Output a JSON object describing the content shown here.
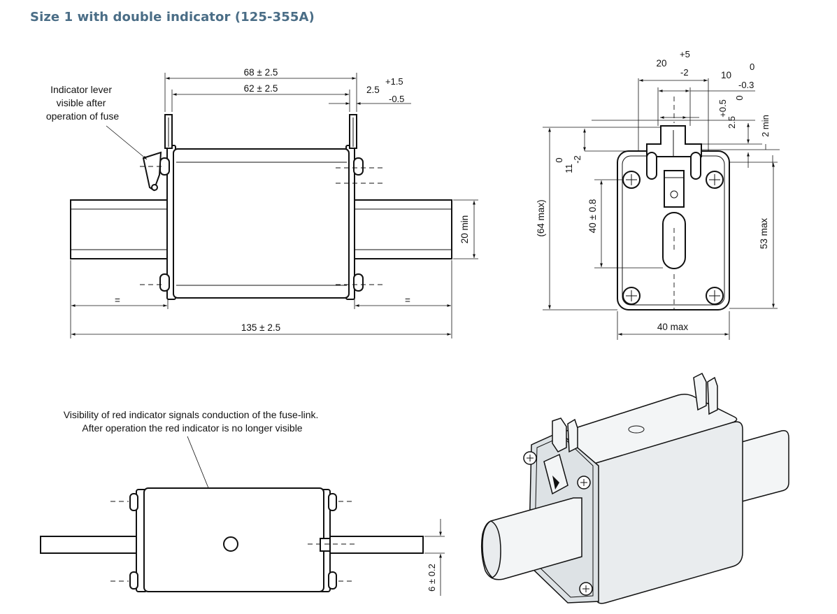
{
  "title": "Size 1 with double indicator (125-355A)",
  "side_view": {
    "note_lines": [
      "Indicator lever",
      "visible after",
      "operation of fuse"
    ],
    "dim_68": "68 ± 2.5",
    "dim_62": "62 ± 2.5",
    "dim_25": "2.5",
    "dim_25_tol_plus": "+1.5",
    "dim_25_tol_minus": "-0.5",
    "dim_20min": "20 min",
    "dim_eq_left": "=",
    "dim_eq_right": "=",
    "dim_135": "135 ± 2.5"
  },
  "end_view": {
    "dim_20": "20",
    "dim_20_tol_plus": "+5",
    "dim_20_tol_minus": "-2",
    "dim_10": "10",
    "dim_10_tol_plus": "0",
    "dim_10_tol_minus": "-0.3",
    "dim_25": "2.5",
    "dim_25_tol_plus": "+0.5",
    "dim_25_tol_minus": "0",
    "dim_2min": "2 min",
    "dim_11": "11",
    "dim_11_tol_plus": "0",
    "dim_11_tol_minus": "-2",
    "dim_64max": "(64 max)",
    "dim_40_08": "40 ± 0.8",
    "dim_53max": "53 max",
    "dim_40max": "40 max"
  },
  "top_view": {
    "note_lines": [
      "Visibility of red indicator signals conduction of the fuse-link.",
      "After operation the red indicator is no longer visible"
    ],
    "dim_6": "6 ± 0.2"
  }
}
